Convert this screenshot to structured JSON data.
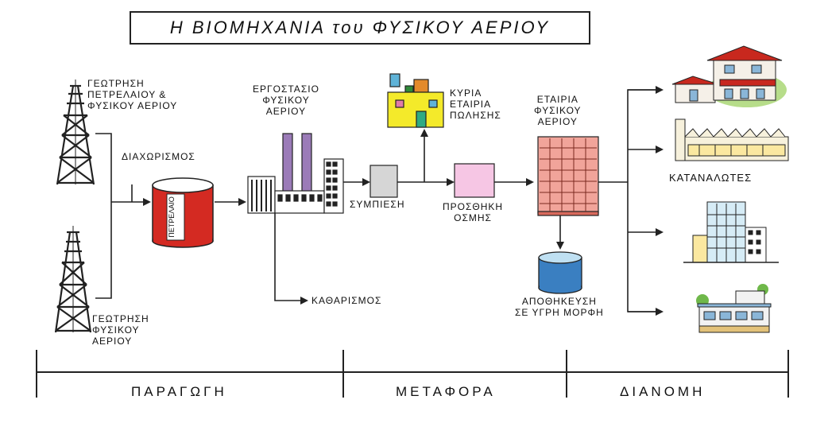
{
  "title": "Η ΒΙΟΜΗΧΑΝΙΑ του ΦΥΣΙΚΟΥ ΑΕΡΙΟΥ",
  "nodes": {
    "well_oil_gas": "ΓΕΩΤΡΗΣΗ\nΠΕΤΡΕΛΑΙΟΥ &\nΦΥΣΙΚΟΥ ΑΕΡΙΟΥ",
    "well_gas": "ΓΕΩΤΡΗΣΗ\nΦΥΣΙΚΟΥ\nΑΕΡΙΟΥ",
    "separation": "ΔΙΑΧΩΡΙΣΜΟΣ",
    "oil_tank": "ΠΕΤΡΕΛΑΙΟ",
    "factory": "ΕΡΓΟΣΤΑΣΙΟ\nΦΥΣΙΚΟΥ\nΑΕΡΙΟΥ",
    "cleaning": "ΚΑΘΑΡΙΣΜΟΣ",
    "compression": "ΣΥΜΠΙΕΣΗ",
    "main_company": "ΚΥΡΙΑ\nΕΤΑΙΡΙΑ\nΠΩΛΗΣΗΣ",
    "odor": "ΠΡΟΣΘΗΚΗ\nΟΣΜΗΣ",
    "gas_company": "ΕΤΑΙΡΙΑ\nΦΥΣΙΚΟΥ\nΑΕΡΙΟΥ",
    "storage": "ΑΠΟΘΗΚΕΥΣΗ\nΣΕ ΥΓΡΗ ΜΟΡΦΗ",
    "consumers": "ΚΑΤΑΝΑΛΩΤΕΣ"
  },
  "phases": [
    "ΠΑΡΑΓΩΓΗ",
    "ΜΕΤΑΦΟΡΑ",
    "ΔΙΑΝΟΜΗ"
  ],
  "colors": {
    "tank_red": "#d42a22",
    "compression_box": "#d6d6d6",
    "odor_box": "#f6c6e4",
    "chimney": "#9b7bb8",
    "company_building": "#f1a49a",
    "storage_tank": "#3a7fc1",
    "sales_building": "#f4ea2a",
    "roof_red": "#c8281e",
    "line": "#222222"
  }
}
